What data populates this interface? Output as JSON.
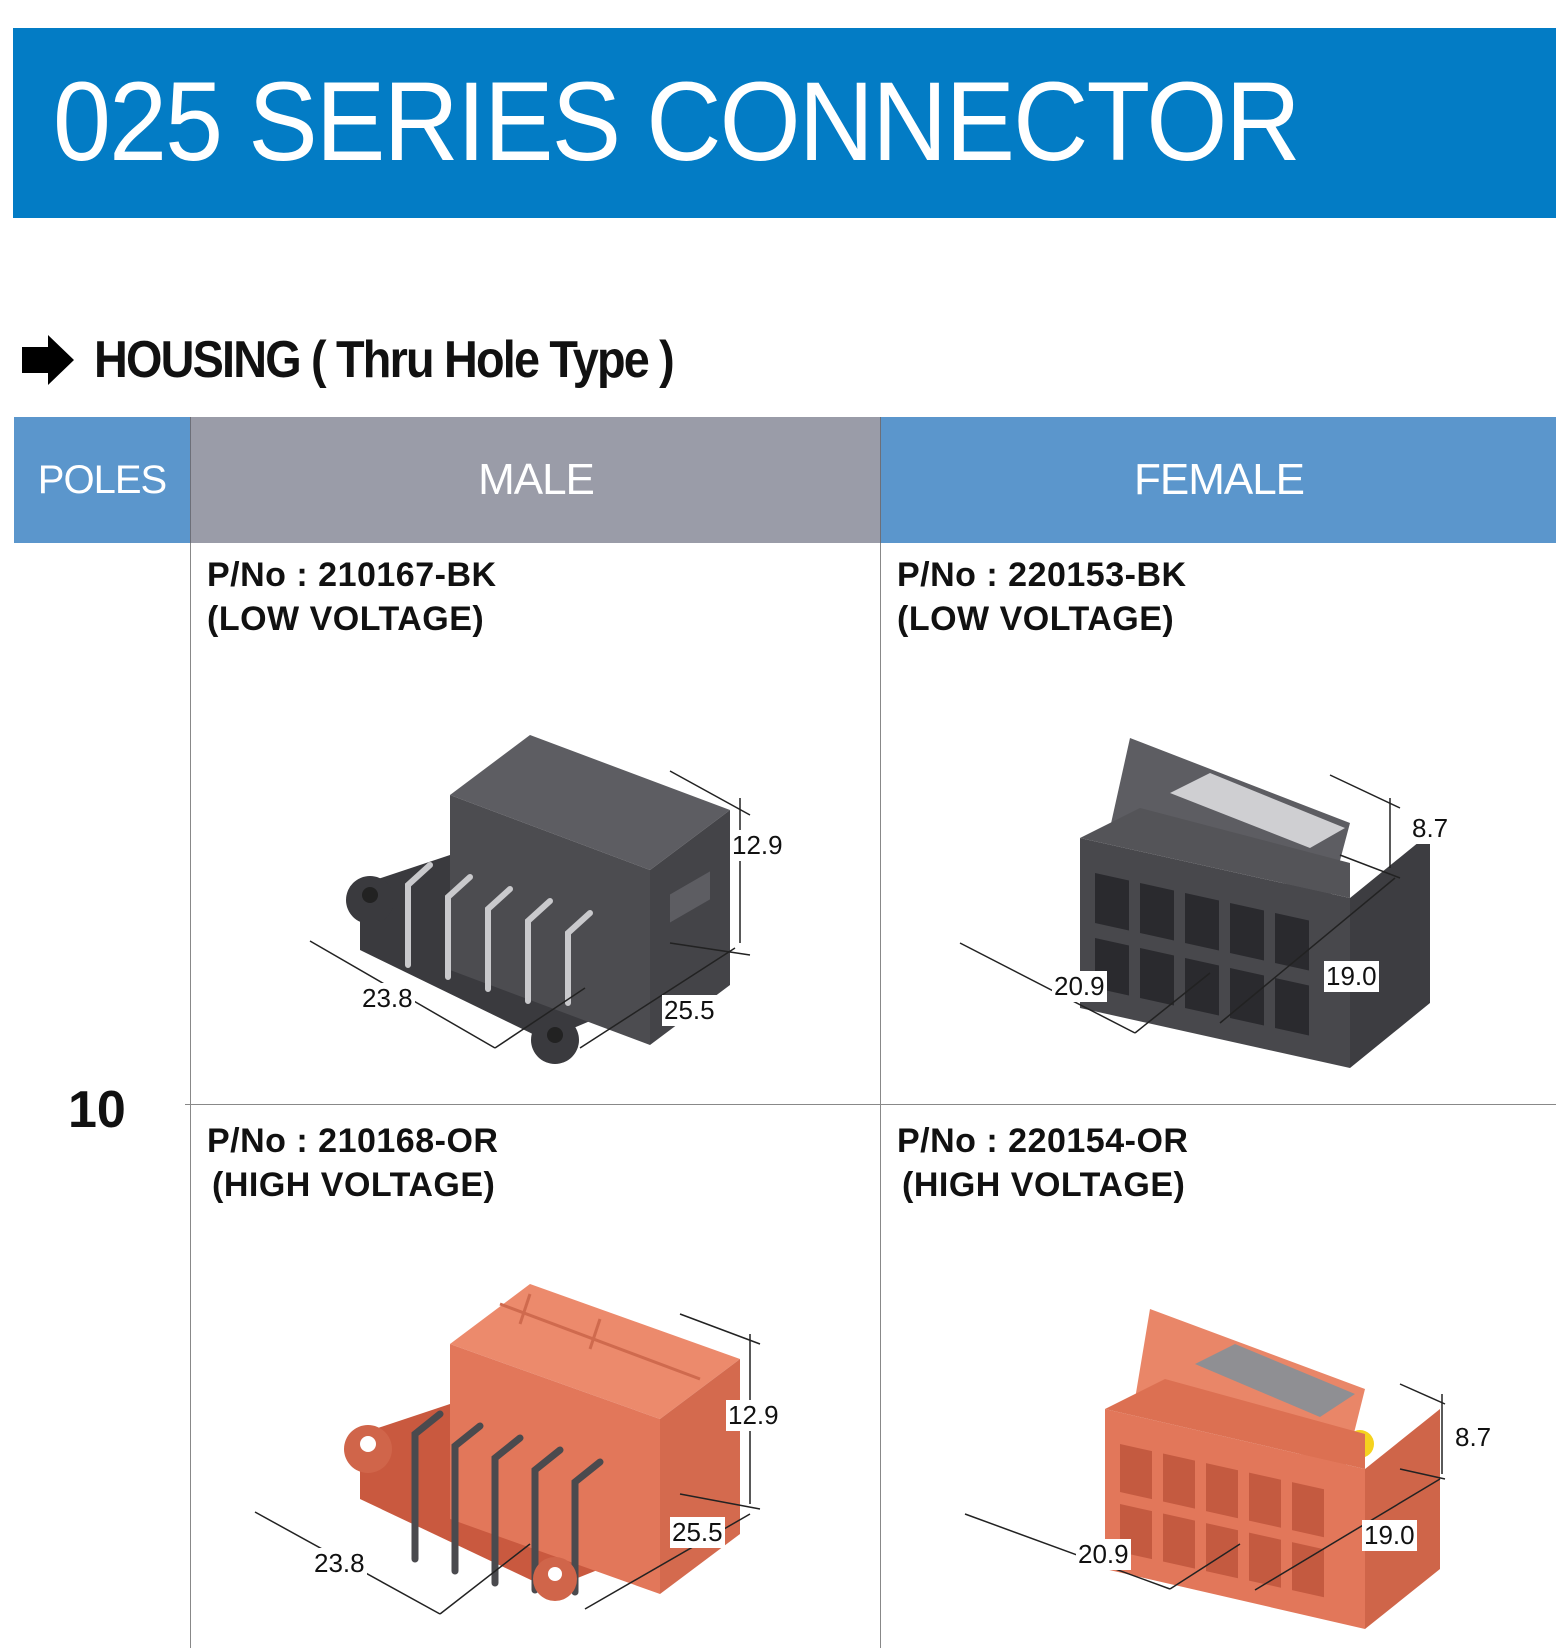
{
  "banner": {
    "title": "025 SERIES CONNECTOR",
    "color": "#037cc5"
  },
  "section": {
    "title": "HOUSING ( Thru Hole Type )",
    "icon": "arrow-right-icon"
  },
  "table": {
    "headers": {
      "poles": "POLES",
      "male": "MALE",
      "female": "FEMALE"
    },
    "rows": [
      {
        "poles": "10",
        "cells": [
          {
            "pn": "P/No : 210167-BK",
            "voltage": "(LOW VOLTAGE)",
            "color": "#505055",
            "dims": [
              "12.9",
              "23.8",
              "25.5"
            ]
          },
          {
            "pn": "P/No : 220153-BK",
            "voltage": "(LOW VOLTAGE)",
            "color": "#505055",
            "dims": [
              "8.7",
              "20.9",
              "19.0"
            ]
          },
          {
            "pn": "P/No : 210168-OR",
            "voltage": "(HIGH VOLTAGE)",
            "color": "#e2775a",
            "dims": [
              "12.9",
              "23.8",
              "25.5"
            ]
          },
          {
            "pn": "P/No : 220154-OR",
            "voltage": "(HIGH VOLTAGE)",
            "color": "#e2775a",
            "dims": [
              "8.7",
              "20.9",
              "19.0"
            ]
          }
        ]
      }
    ]
  }
}
